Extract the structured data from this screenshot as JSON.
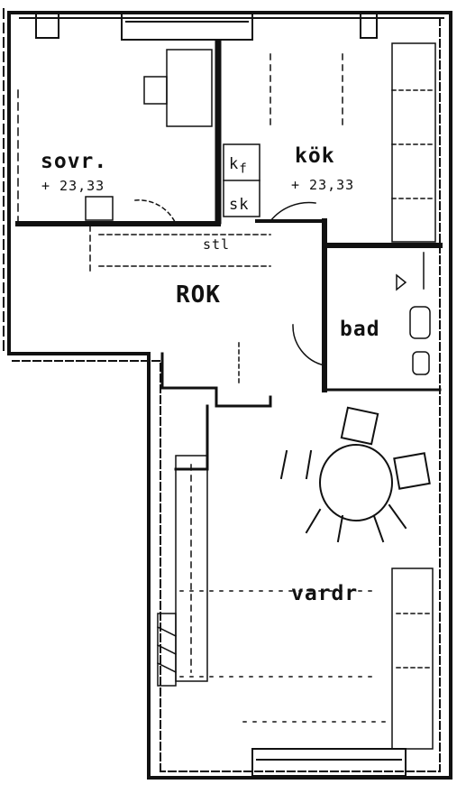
{
  "rooms": {
    "sovr": {
      "name": "sovr.",
      "elevation": "+ 23,33"
    },
    "kok": {
      "name": "kök",
      "elevation": "+ 23,33"
    },
    "kf": {
      "k": "k",
      "f": "f"
    },
    "sk": "sk",
    "stl": "stl",
    "hall": "ROK",
    "bad": "bad",
    "vardr": "vardr"
  },
  "colors": {
    "ink": "#111111",
    "paper": "#ffffff"
  }
}
